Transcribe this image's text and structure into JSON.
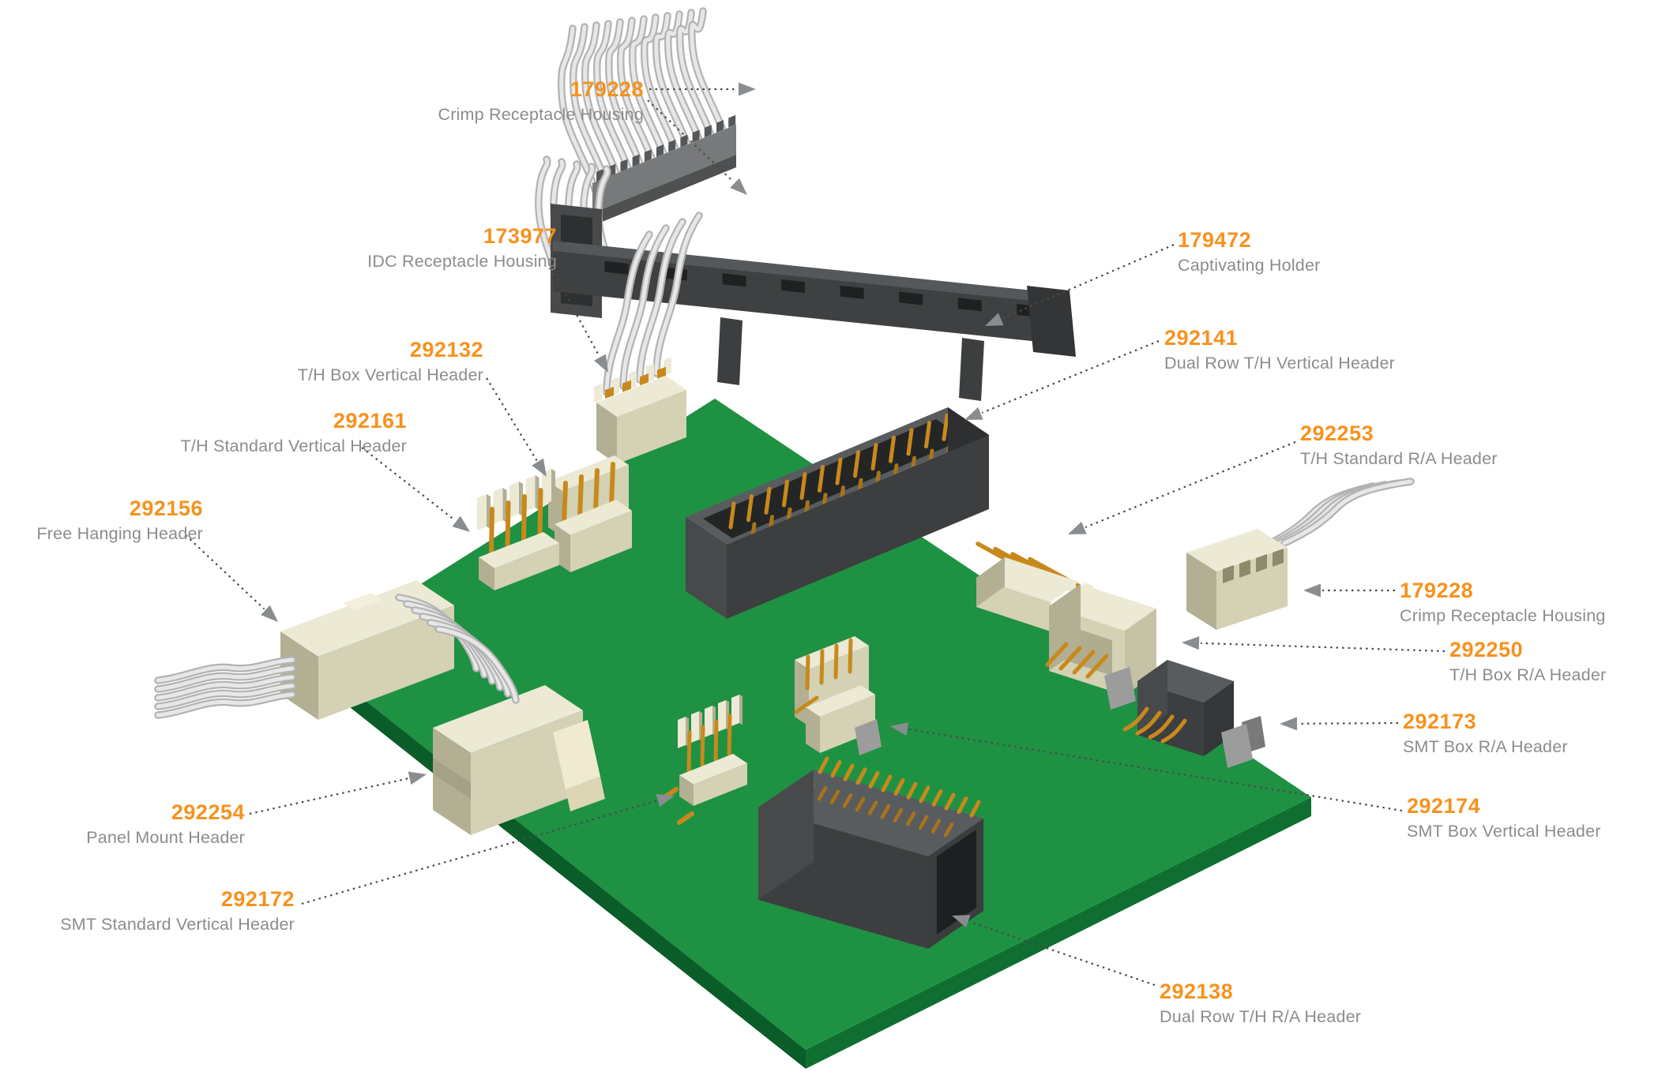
{
  "diagram": {
    "type": "exploded-connector-callout-diagram",
    "board": "green PCB with header connectors"
  },
  "colors": {
    "part_number": "#F6921E",
    "description": "#8A8C8E",
    "board_top": "#1f9143",
    "board_side_left": "#0a5c28",
    "board_side_right": "#0e6f31",
    "leader_line": "#4a4a4a",
    "arrowhead": "#8a8d8f",
    "gold_pin": "#c8891c",
    "beige_plastic": "#d4d1b4",
    "dark_plastic": "#3c3e3f",
    "wire": "#e7e7e7"
  },
  "callouts": [
    {
      "id": "crimp-top",
      "part_number": "179228",
      "description": "Crimp Receptacle Housing"
    },
    {
      "id": "idc",
      "part_number": "173977",
      "description": "IDC Receptacle Housing"
    },
    {
      "id": "thbox-vert",
      "part_number": "292132",
      "description": "T/H Box Vertical Header"
    },
    {
      "id": "thstd-vert",
      "part_number": "292161",
      "description": "T/H Standard Vertical Header"
    },
    {
      "id": "free-hanging",
      "part_number": "292156",
      "description": "Free Hanging Header"
    },
    {
      "id": "panel-mount",
      "part_number": "292254",
      "description": "Panel Mount Header"
    },
    {
      "id": "smt-std-vert",
      "part_number": "292172",
      "description": "SMT Standard Vertical Header"
    },
    {
      "id": "captivating",
      "part_number": "179472",
      "description": "Captivating Holder"
    },
    {
      "id": "dualrow-vert",
      "part_number": "292141",
      "description": "Dual Row T/H Vertical Header"
    },
    {
      "id": "thstd-ra",
      "part_number": "292253",
      "description": "T/H Standard R/A Header"
    },
    {
      "id": "crimp-right",
      "part_number": "179228",
      "description": "Crimp Receptacle Housing"
    },
    {
      "id": "thbox-ra",
      "part_number": "292250",
      "description": "T/H Box R/A Header"
    },
    {
      "id": "smtbox-ra",
      "part_number": "292173",
      "description": "SMT Box R/A Header"
    },
    {
      "id": "smtbox-vert",
      "part_number": "292174",
      "description": "SMT Box Vertical Header"
    },
    {
      "id": "dualrow-ra",
      "part_number": "292138",
      "description": "Dual Row T/H R/A Header"
    }
  ]
}
